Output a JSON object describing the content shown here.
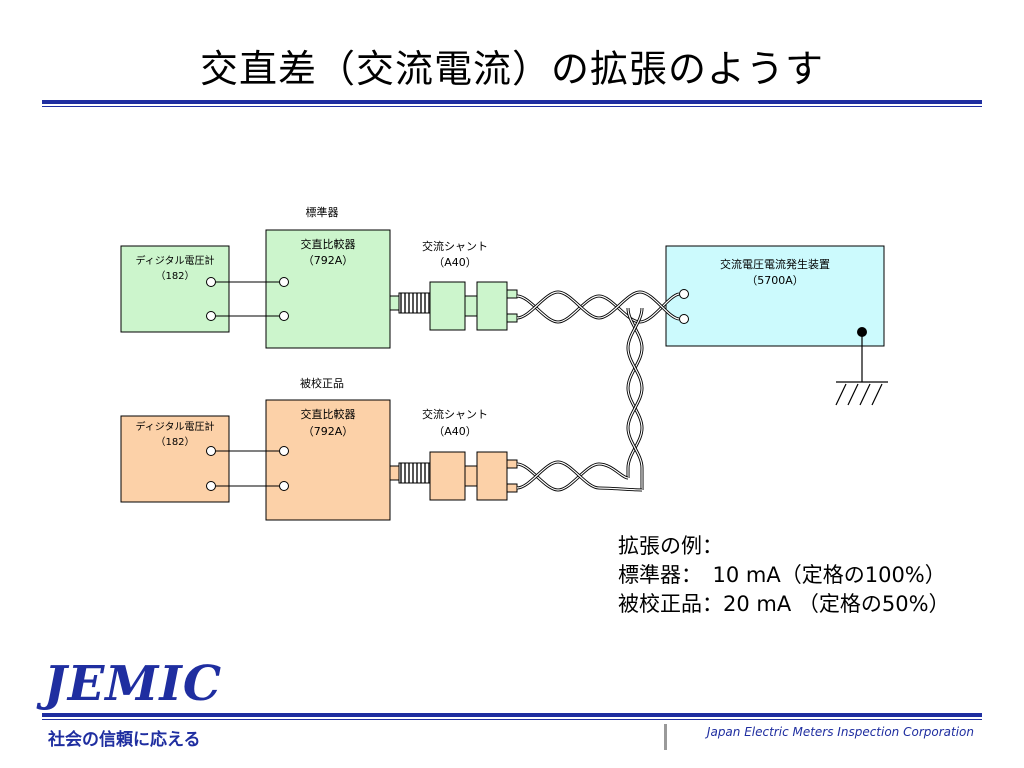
{
  "slide": {
    "title": "交直差（交流電流）の拡張のようす"
  },
  "diagram": {
    "standard_label": "標準器",
    "dut_label": "被校正品",
    "voltmeter_top": {
      "name": "ディジタル電圧計",
      "model": "（182）"
    },
    "comparator_top": {
      "name": "交直比較器",
      "model": "（792A）"
    },
    "shunt_top": {
      "name": "交流シャント",
      "model": "（A40）"
    },
    "source": {
      "name": "交流電圧電流発生装置",
      "model": "（5700A）"
    },
    "voltmeter_bottom": {
      "name": "ディジタル電圧計",
      "model": "（182）"
    },
    "comparator_bottom": {
      "name": "交直比較器",
      "model": "（792A）"
    },
    "shunt_bottom": {
      "name": "交流シャント",
      "model": "（A40）"
    },
    "colors": {
      "standard_fill": "#ccf5cc",
      "dut_fill": "#fcd1a8",
      "source_fill": "#ccfafd",
      "accent_blue": "#1f2ea0"
    }
  },
  "example": {
    "heading": "拡張の例：",
    "line1": "標準器：　10 mA（定格の100%）",
    "line2": "被校正品：20 mA （定格の50%）"
  },
  "footer": {
    "logo": "JEMIC",
    "tagline": "社会の信頼に応える",
    "corporation": "Japan Electric Meters Inspection Corporation"
  }
}
